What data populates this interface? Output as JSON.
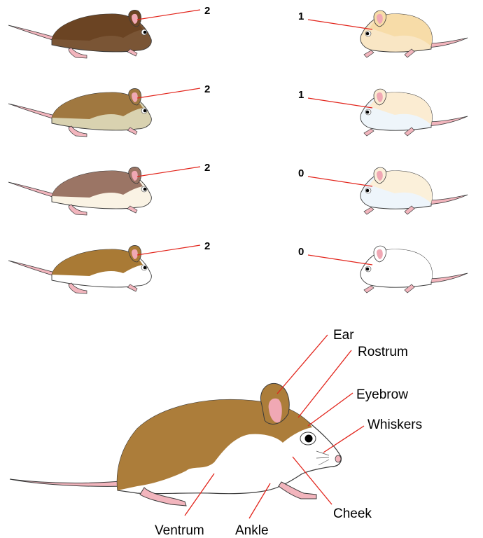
{
  "figure": {
    "left_column": [
      {
        "score": "2",
        "colors": {
          "back": "#6b4423",
          "belly": "#7a5535",
          "ankle": "#6b4423"
        }
      },
      {
        "score": "2",
        "colors": {
          "back": "#a07840",
          "belly": "#d9d2b0",
          "ankle": "#c9c2a0"
        }
      },
      {
        "score": "2",
        "colors": {
          "back": "#9b7565",
          "belly": "#faf3e4",
          "ankle": "#f2ead6"
        }
      },
      {
        "score": "2",
        "colors": {
          "back": "#a97a35",
          "belly": "#ffffff",
          "ankle": "#ffffff"
        }
      }
    ],
    "right_column": [
      {
        "score": "1",
        "colors": {
          "back": "#f7dca8",
          "belly": "#f9e6c4",
          "ankle": "#f7dca8"
        }
      },
      {
        "score": "1",
        "colors": {
          "back": "#fbecd2",
          "belly": "#eef5fa",
          "ankle": "#f4f6f8"
        }
      },
      {
        "score": "0",
        "colors": {
          "back": "#fbf0da",
          "belly": "#eef5fb",
          "ankle": "#f6f8fa"
        }
      },
      {
        "score": "0",
        "colors": {
          "back": "#ffffff",
          "belly": "#ffffff",
          "ankle": "#ffffff"
        }
      }
    ],
    "main_colors": {
      "back": "#ac7d3a",
      "belly": "#ffffff"
    },
    "labels": {
      "ear": "Ear",
      "rostrum": "Rostrum",
      "eyebrow": "Eyebrow",
      "whiskers": "Whiskers",
      "cheek": "Cheek",
      "ventrum": "Ventrum",
      "ankle": "Ankle"
    },
    "common_colors": {
      "leader": "#e2231a",
      "pink": "#f2b5bd",
      "ear_inner": "#f0a8b4"
    }
  }
}
